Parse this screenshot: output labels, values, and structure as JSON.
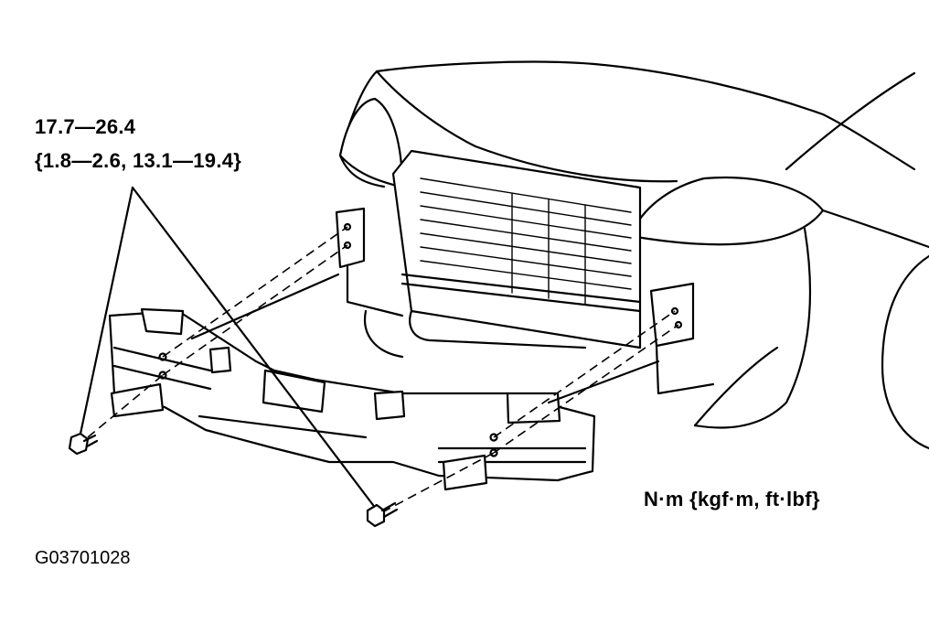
{
  "torque_spec": {
    "line1": "17.7—26.4",
    "line2": "{1.8—2.6, 13.1—19.4}"
  },
  "unit_legend": "N·m {kgf·m, ft·lbf}",
  "figure_code": "G03701028"
}
